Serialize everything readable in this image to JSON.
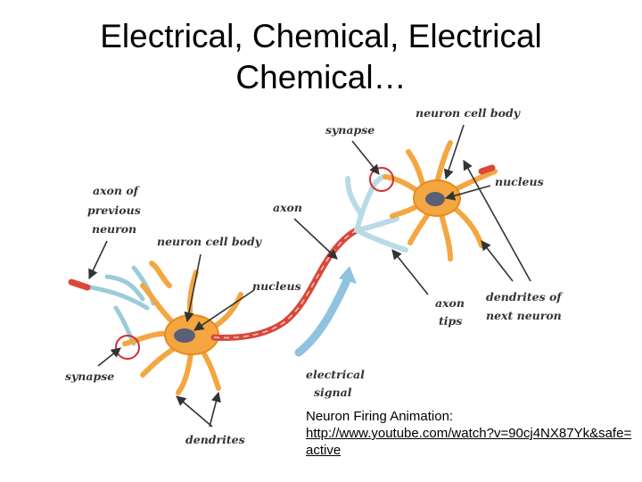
{
  "title": {
    "line1": "Electrical, Chemical, Electrical",
    "line2": "Chemical…"
  },
  "diagram": {
    "labels": {
      "neuron_cell_body_top": "neuron cell body",
      "synapse_top": "synapse",
      "nucleus_right": "nucleus",
      "axon_of": "axon of",
      "previous": "previous",
      "neuron": "neuron",
      "axon": "axon",
      "neuron_cell_body_left": "neuron cell body",
      "nucleus_middle": "nucleus",
      "axon_tips_1": "axon",
      "axon_tips_2": "tips",
      "dendrites_next_1": "dendrites of",
      "dendrites_next_2": "next neuron",
      "electrical": "electrical",
      "signal": "signal",
      "synapse_bottom": "synapse",
      "dendrites": "dendrites"
    },
    "colors": {
      "cell_body": "#f4a640",
      "dendrite_outline": "#e68a1e",
      "nucleus": "#5a5f78",
      "axon": "#d9483b",
      "axon_tips": "#b9dbe6",
      "signal": "#8fc3e0",
      "synapse_circle": "#d32f2f",
      "arrow": "#333333"
    }
  },
  "caption": {
    "text": "Neuron Firing Animation:",
    "link": "http://www.youtube.com/watch?v=90cj4NX87Yk&safe=active"
  }
}
